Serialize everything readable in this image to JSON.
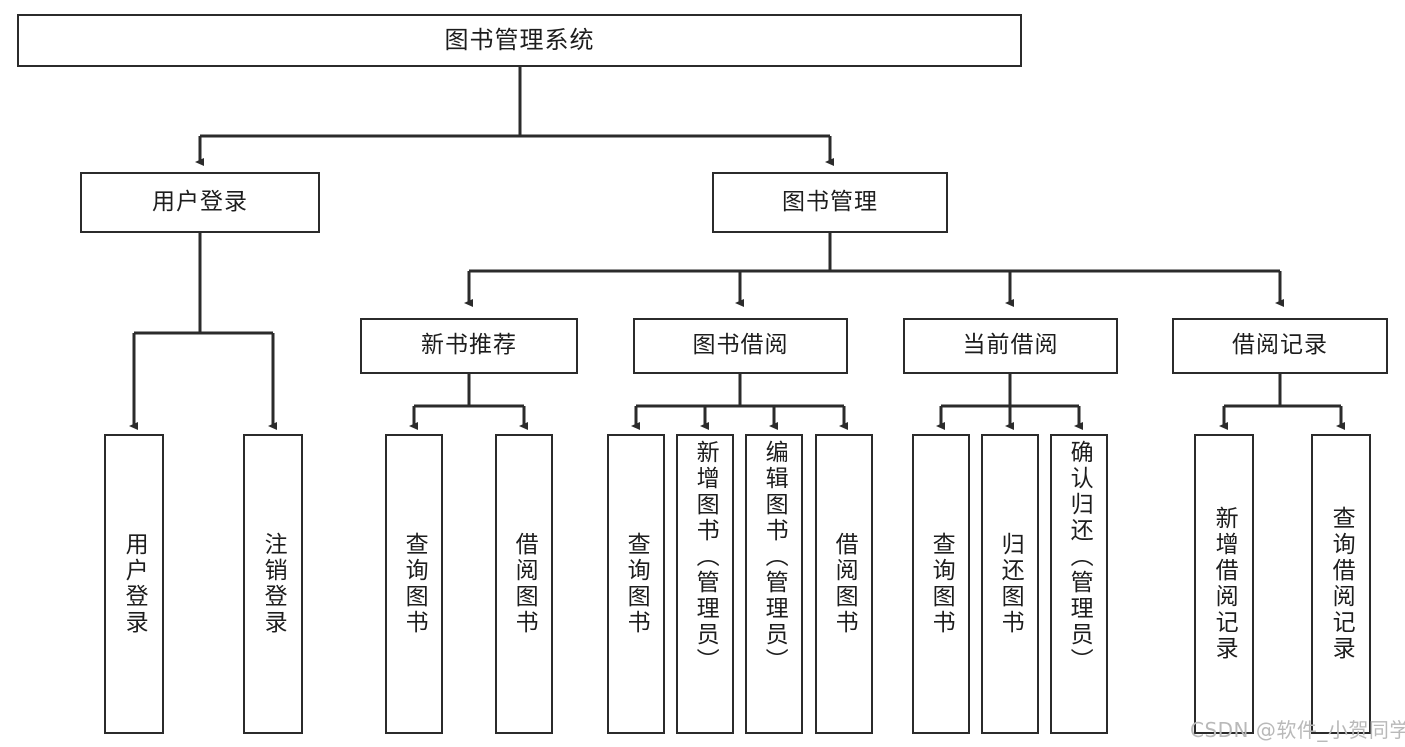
{
  "diagram": {
    "type": "tree",
    "title": "图书管理系统",
    "root": {
      "label": "图书管理系统"
    },
    "level1": [
      {
        "label": "用户登录"
      },
      {
        "label": "图书管理"
      }
    ],
    "level2": [
      {
        "label": "新书推荐"
      },
      {
        "label": "图书借阅"
      },
      {
        "label": "当前借阅"
      },
      {
        "label": "借阅记录"
      }
    ],
    "leaves": {
      "user_login": [
        {
          "label": "用户登录"
        },
        {
          "label": "注销登录"
        }
      ],
      "new_book_recommend": [
        {
          "label": "查询图书"
        },
        {
          "label": "借阅图书"
        }
      ],
      "book_borrow": [
        {
          "label": "查询图书"
        },
        {
          "label": "新增图书（管理员）"
        },
        {
          "label": "编辑图书（管理员）"
        },
        {
          "label": "借阅图书"
        }
      ],
      "current_borrow": [
        {
          "label": "查询图书"
        },
        {
          "label": "归还图书"
        },
        {
          "label": "确认归还（管理员）"
        }
      ],
      "borrow_record": [
        {
          "label": "新增借阅记录"
        },
        {
          "label": "查询借阅记录"
        }
      ]
    },
    "colors": {
      "stroke": "#2b2b2b",
      "fill": "#ffffff",
      "text": "#1d1d1d",
      "watermark": "#b9b9b9"
    }
  },
  "watermark": {
    "text": "CSDN @软件_小贺同学"
  }
}
